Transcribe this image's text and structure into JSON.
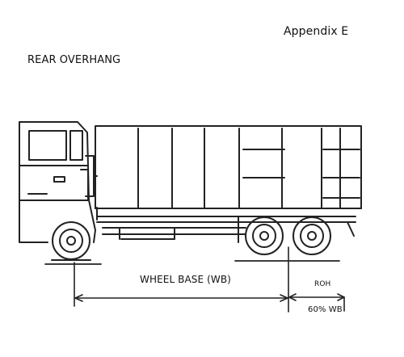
{
  "header": {
    "appendix_label": "Appendix E",
    "title": "REAR OVERHANG"
  },
  "diagram": {
    "wheel_base_label": "WHEEL BASE (WB)",
    "rear_overhang_label": "ROH",
    "rear_overhang_limit": "60% WB"
  }
}
